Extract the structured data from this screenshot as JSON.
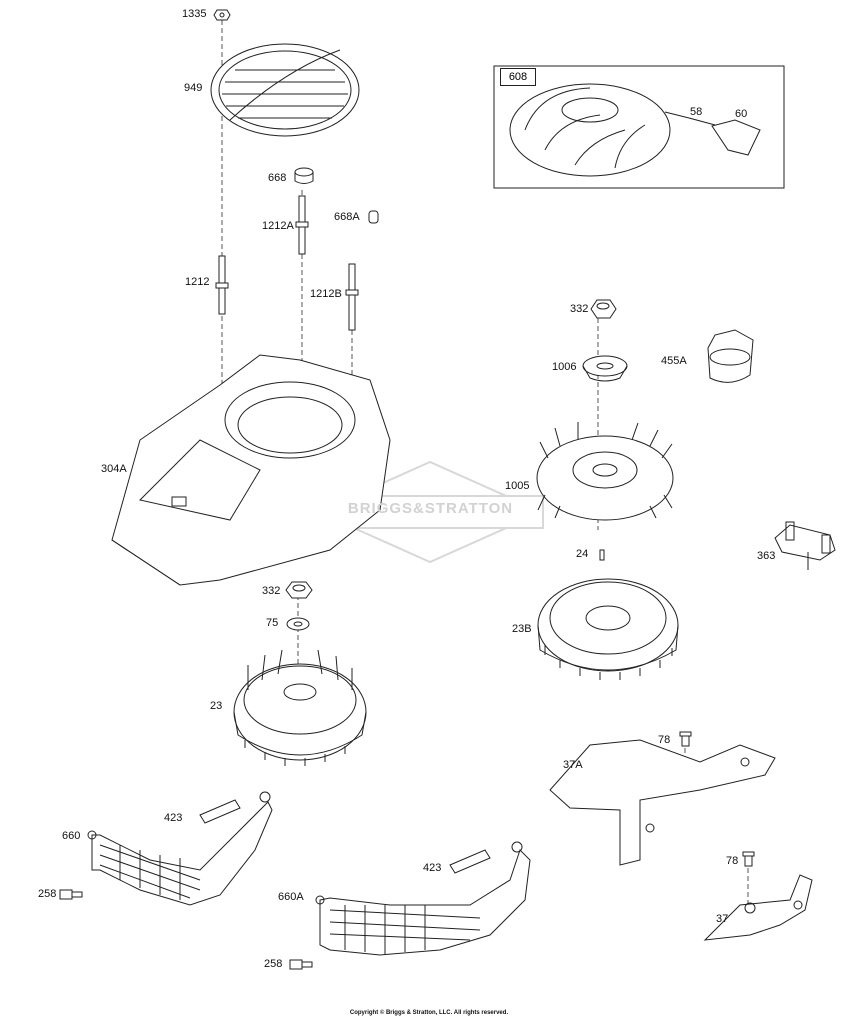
{
  "inset": {
    "label": "608"
  },
  "callouts": {
    "p1335": "1335",
    "p949": "949",
    "p668": "668",
    "p1212A": "1212A",
    "p668A": "668A",
    "p1212": "1212",
    "p1212B": "1212B",
    "p304A": "304A",
    "p58": "58",
    "p60": "60",
    "p332a": "332",
    "p1006": "1006",
    "p455A": "455A",
    "p1005": "1005",
    "p24": "24",
    "p363": "363",
    "p23B": "23B",
    "p332b": "332",
    "p75": "75",
    "p23": "23",
    "p37A": "37A",
    "p78a": "78",
    "p423a": "423",
    "p660": "660",
    "p258a": "258",
    "p423b": "423",
    "p660A": "660A",
    "p258b": "258",
    "p78b": "78",
    "p37": "37"
  },
  "watermark": "BRIGGS&STRATTON",
  "copyright": "Copyright © Briggs & Stratton, LLC. All rights reserved."
}
